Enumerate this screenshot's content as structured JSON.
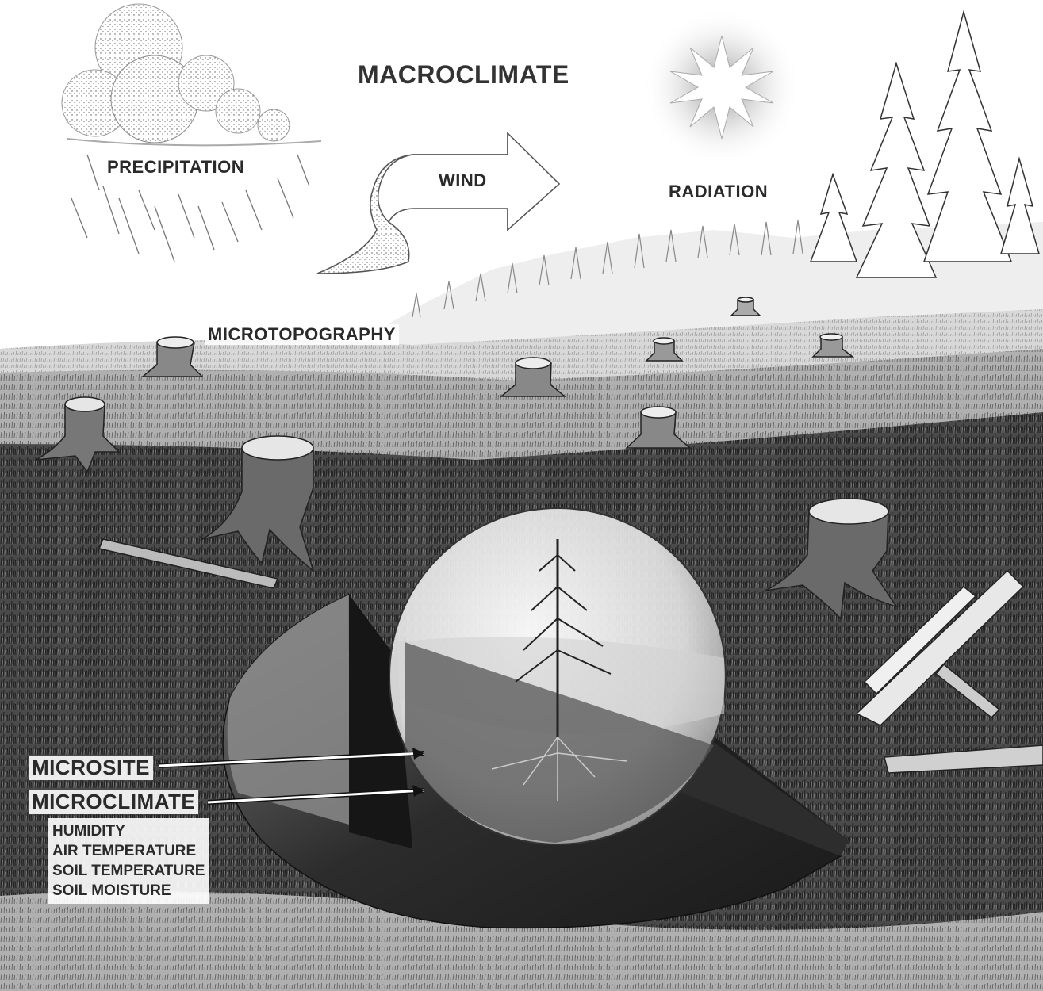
{
  "title": "MACROCLIMATE",
  "labels": {
    "precipitation": "PRECIPITATION",
    "wind": "WIND",
    "radiation": "RADIATION",
    "microtopography": "MICROTOPOGRAPHY",
    "microsite": "MICROSITE",
    "microclimate": "MICROCLIMATE"
  },
  "microclimate_factors": [
    "HUMIDITY",
    "AIR TEMPERATURE",
    "SOIL TEMPERATURE",
    "SOIL MOISTURE"
  ],
  "colors": {
    "ink": "#2a2a2a",
    "ground_dark": "#3a3a3a",
    "ground_mid": "#6e6e6e",
    "ground_light": "#bdbdbd",
    "background": "#ffffff"
  }
}
